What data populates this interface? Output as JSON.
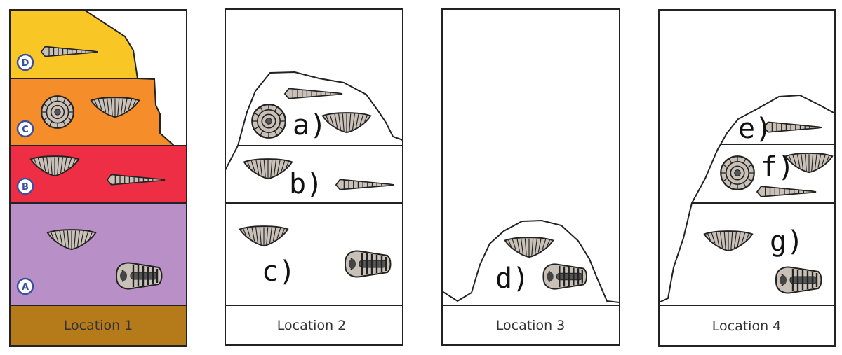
{
  "locations": [
    {
      "label": "Location 1"
    },
    {
      "label": "Location 2"
    },
    {
      "label": "Location 3"
    },
    {
      "label": "Location 4"
    }
  ],
  "layers": {
    "A": {
      "letter": "A",
      "color": "#b98fc8"
    },
    "B": {
      "letter": "B",
      "color": "#ee2e44"
    },
    "C": {
      "letter": "C",
      "color": "#f48d2a"
    },
    "D": {
      "letter": "D",
      "color": "#f9c725"
    }
  },
  "base_color": "#b57b1b",
  "regions": [
    "a)",
    "b)",
    "c)",
    "d)",
    "e)",
    "f)",
    "g)"
  ],
  "fossils": {
    "location_1": {
      "D": [
        "horn-shell"
      ],
      "C": [
        "ammonite",
        "brachiopod"
      ],
      "B": [
        "brachiopod",
        "horn-shell"
      ],
      "A": [
        "brachiopod",
        "trilobite"
      ]
    },
    "location_2": {
      "top": [
        "horn-shell",
        "ammonite",
        "brachiopod"
      ],
      "middle": [
        "brachiopod",
        "horn-shell"
      ],
      "bottom": [
        "brachiopod",
        "trilobite"
      ]
    },
    "location_3": {
      "bottom": [
        "brachiopod",
        "trilobite"
      ]
    },
    "location_4": {
      "top": [
        "horn-shell",
        "ammonite",
        "brachiopod",
        "horn-shell"
      ],
      "bottom": [
        "brachiopod",
        "trilobite"
      ]
    }
  }
}
